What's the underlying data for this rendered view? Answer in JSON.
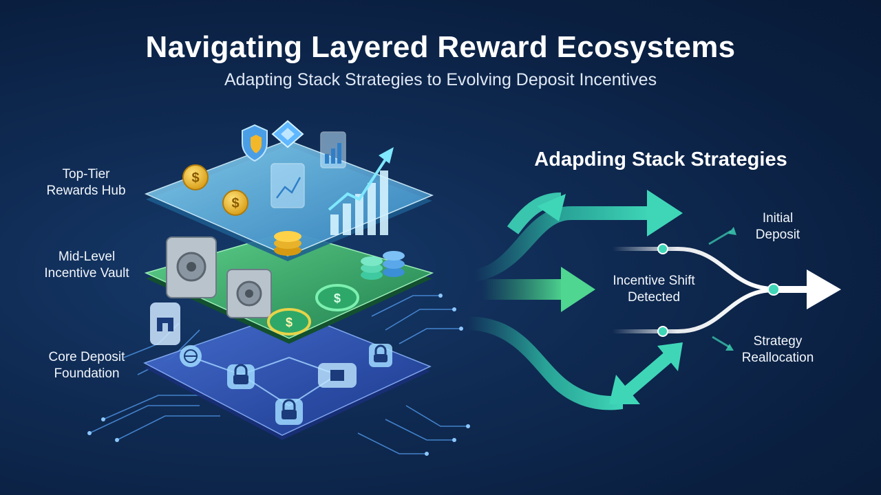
{
  "header": {
    "title": "Navigating Layered Reward Ecosystems",
    "subtitle": "Adapting Stack Strategies to Evolving Deposit Incentives"
  },
  "stack": {
    "layers": [
      {
        "label_line1": "Top-Tier",
        "label_line2": "Rewards Hub",
        "color": "#5fb7e6"
      },
      {
        "label_line1": "Mid-Level",
        "label_line2": "Incentive Vault",
        "color": "#3cb06a"
      },
      {
        "label_line1": "Core Deposit",
        "label_line2": "Foundation",
        "color": "#2f55b4"
      }
    ]
  },
  "flow": {
    "title": "Adapding Stack Strategies",
    "nodes": {
      "initial_line1": "Initial",
      "initial_line2": "Deposit",
      "shift_line1": "Incentive Shift",
      "shift_line2": "Detected",
      "realloc_line1": "Strategy",
      "realloc_line2": "Reallocation"
    },
    "accent_color": "#2fc1a8"
  }
}
